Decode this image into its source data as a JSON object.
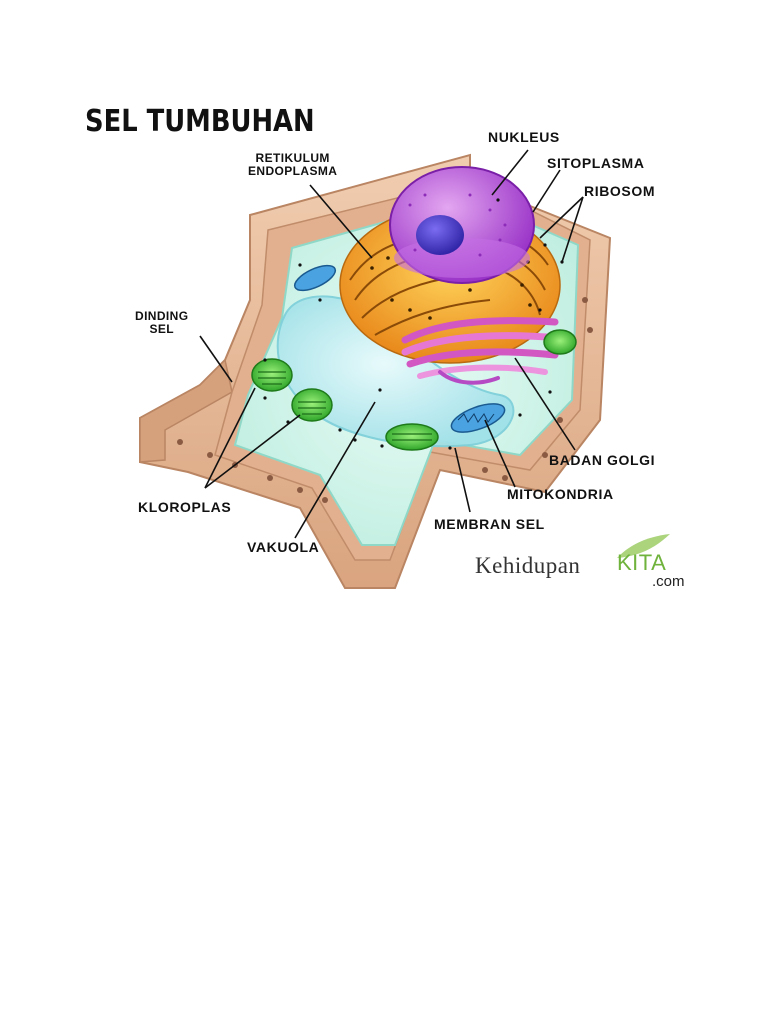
{
  "title": "SEL TUMBUHAN",
  "labels": {
    "nukleus": "NUKLEUS",
    "sitoplasma": "SITOPLASMA",
    "ribosom": "RIBOSOM",
    "retikulum_line1": "RETIKULUM",
    "retikulum_line2": "ENDOPLASMA",
    "dinding_line1": "DINDING",
    "dinding_line2": "SEL",
    "kloroplas": "KLOROPLAS",
    "vakuola": "VAKUOLA",
    "membran_sel": "MEMBRAN SEL",
    "mitokondria": "MITOKONDRIA",
    "badan_golgi": "BADAN GOLGI"
  },
  "logo": {
    "part1": "Kehidupan",
    "part2": "KITA",
    "part3": ".com"
  },
  "colors": {
    "cell_wall": "#e7b896",
    "cytoplasm": "#bfeee0",
    "vacuole": "#a7e6ea",
    "nucleus": "#b04fd6",
    "nucleolus": "#4a3bc8",
    "er": "#f0a022",
    "golgi": "#e06fcf",
    "chloroplast": "#48c238",
    "mitochondria": "#3a8fd0",
    "logo_green": "#6fb23c"
  }
}
